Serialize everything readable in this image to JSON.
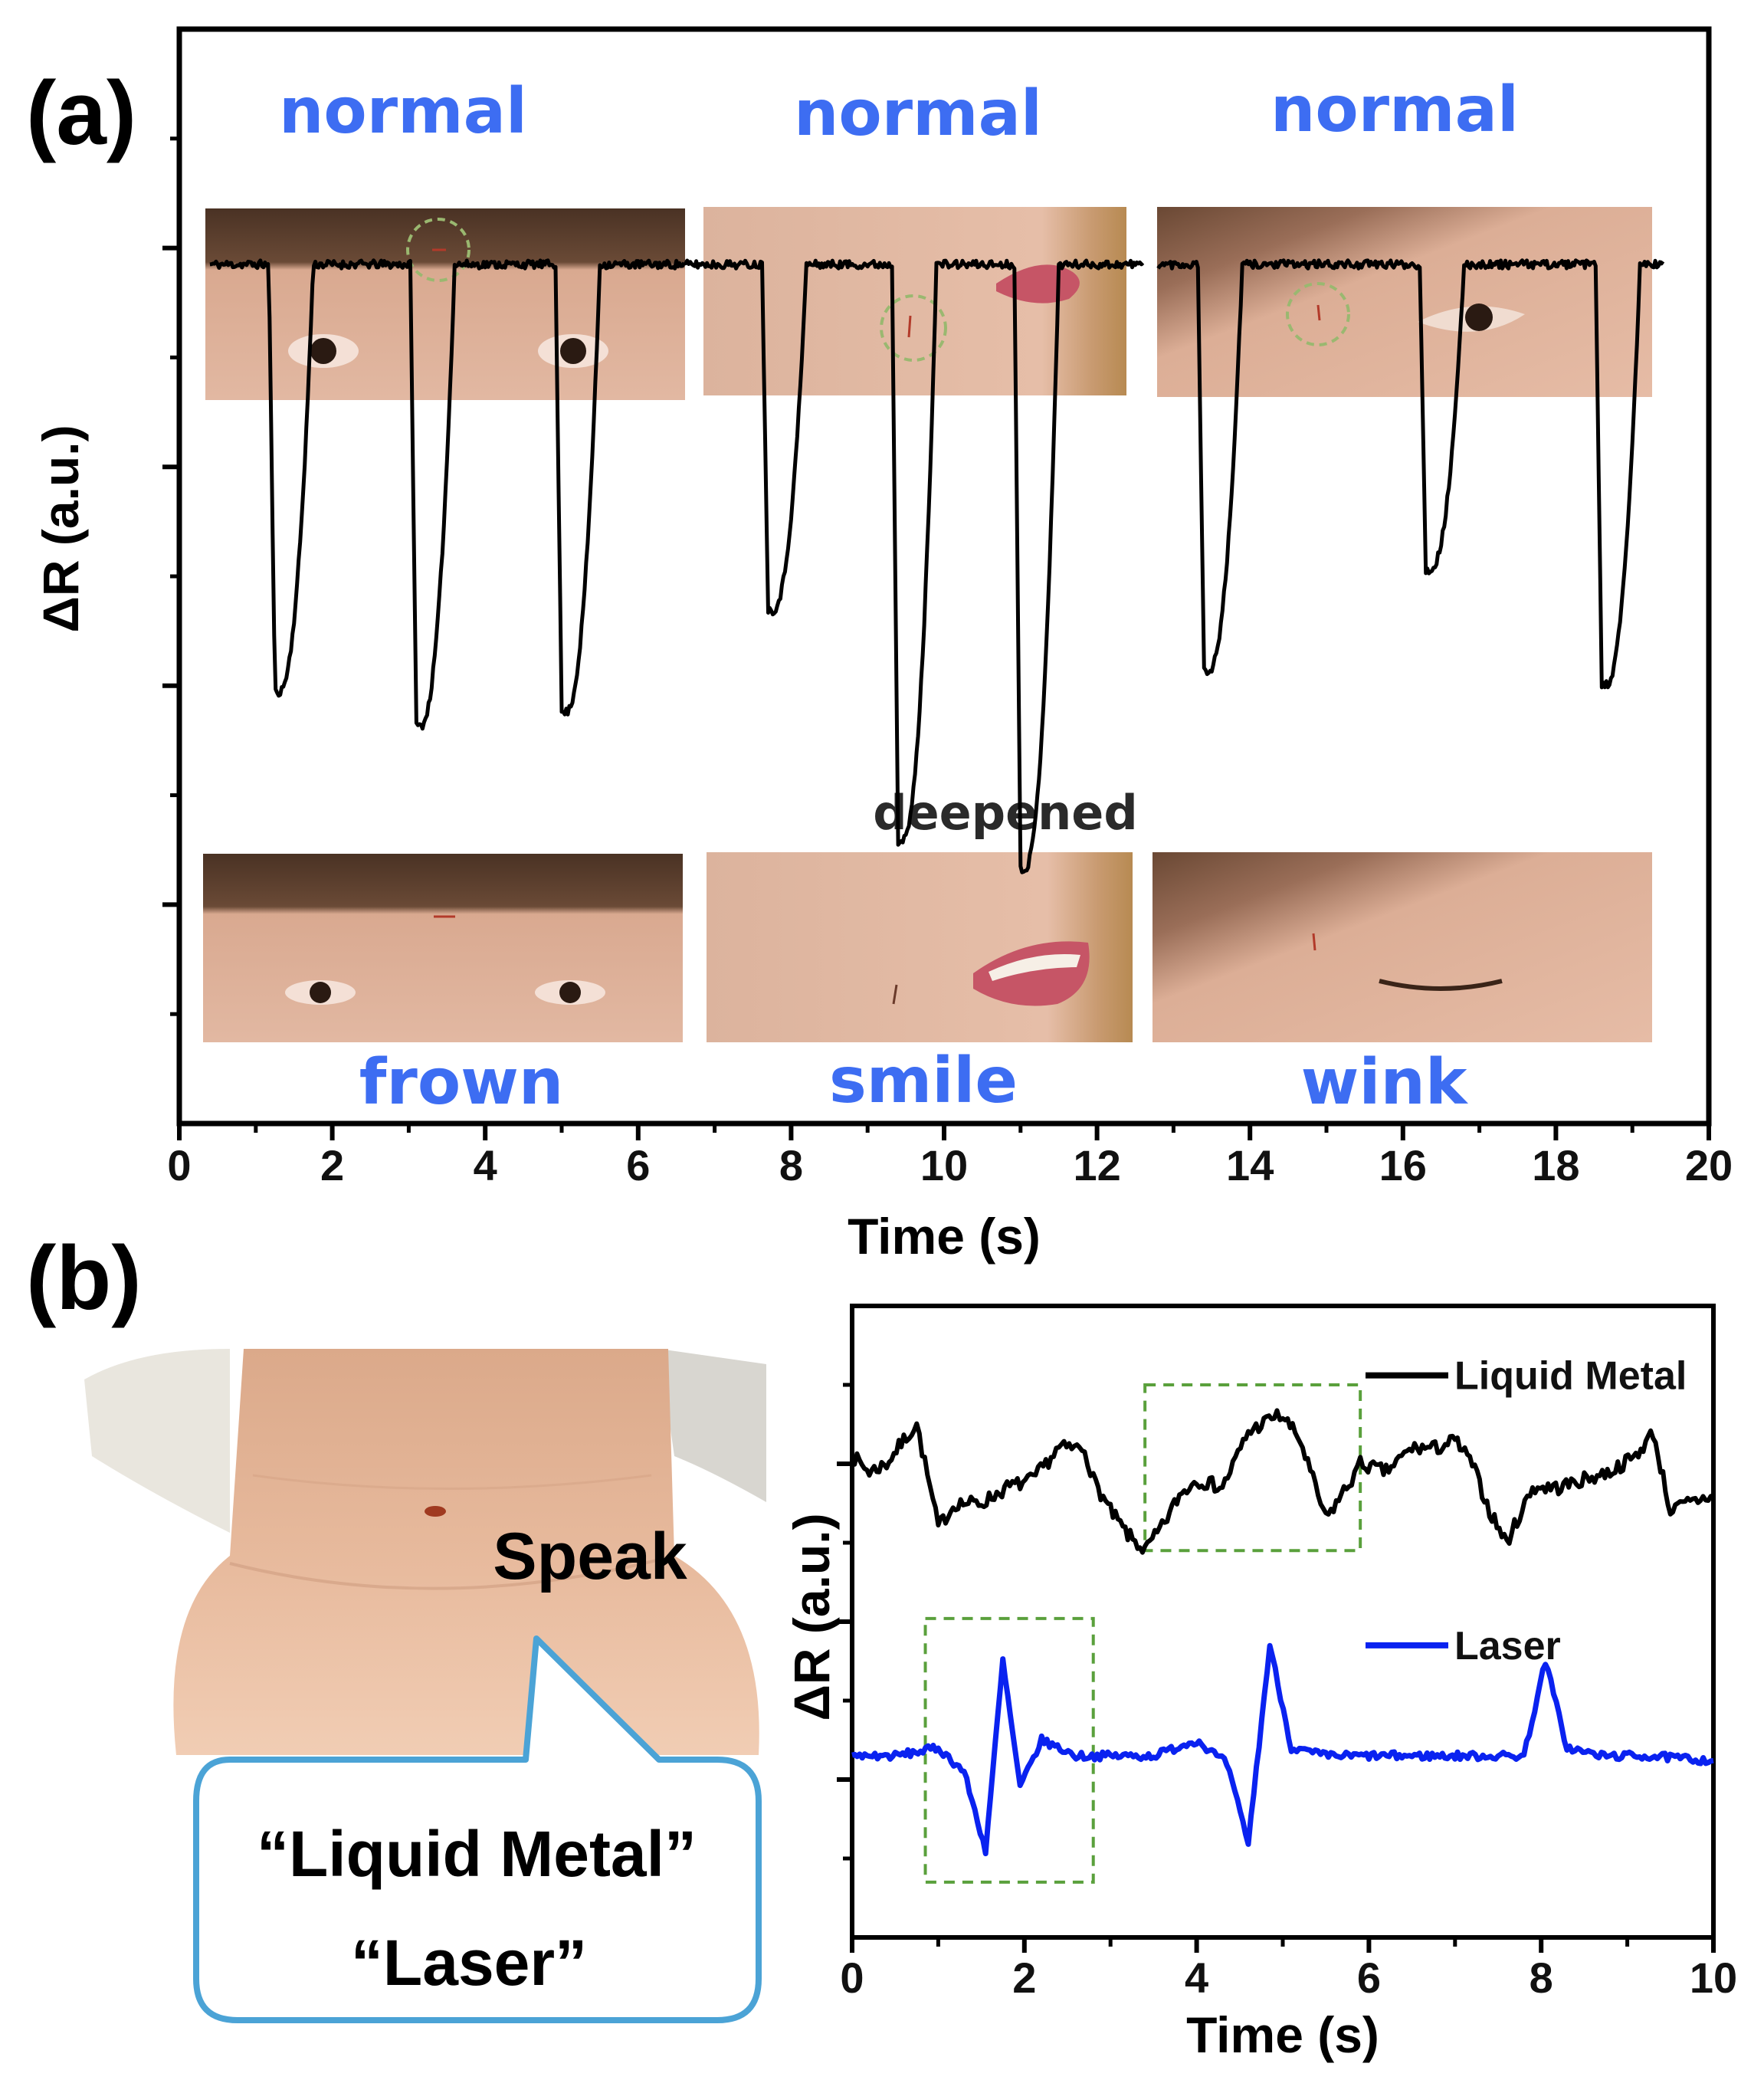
{
  "panel_a": {
    "label": "(a)",
    "captions_top": [
      "normal",
      "normal",
      "normal"
    ],
    "captions_bottom": [
      "frown",
      "smile",
      "wink"
    ],
    "annotation": "deepened",
    "photo_groups": [
      "forehead",
      "mouth",
      "eye"
    ]
  },
  "panel_b": {
    "label": "(b)",
    "speak_label": "Speak",
    "bubble_line1": "“Liquid Metal”",
    "bubble_line2": "“Laser”"
  },
  "colors": {
    "series_black": "#000000",
    "series_blue": "#0a22f0",
    "caption_blue": "#3d6df2",
    "dashed_box": "#5aa03c",
    "bubble_border": "#4ba3d6"
  },
  "chart_data": [
    {
      "id": "a",
      "type": "line",
      "xlabel": "Time (s)",
      "ylabel": "ΔR (a.u.)",
      "xlim": [
        0,
        20
      ],
      "xticks": [
        "0",
        "2",
        "4",
        "6",
        "8",
        "10",
        "12",
        "14",
        "16",
        "18",
        "20"
      ],
      "ylim": [
        -1,
        0
      ],
      "grid": false,
      "segments": [
        {
          "expression": "frown",
          "x_range": [
            0.4,
            6.6
          ],
          "baseline": 0,
          "dips": [
            {
              "x": 1.25,
              "depth": 0.63
            },
            {
              "x": 3.1,
              "depth": 0.68
            },
            {
              "x": 5.0,
              "depth": 0.66
            }
          ]
        },
        {
          "expression": "smile",
          "x_range": [
            6.6,
            12.6
          ],
          "baseline": 0,
          "dips": [
            {
              "x": 7.7,
              "depth": 0.51
            },
            {
              "x": 9.4,
              "depth": 0.85
            },
            {
              "x": 11.0,
              "depth": 0.89
            }
          ]
        },
        {
          "expression": "wink",
          "x_range": [
            12.8,
            19.4
          ],
          "baseline": 0,
          "dips": [
            {
              "x": 13.4,
              "depth": 0.6
            },
            {
              "x": 16.3,
              "depth": 0.45
            },
            {
              "x": 18.6,
              "depth": 0.62
            }
          ]
        }
      ]
    },
    {
      "id": "b",
      "type": "line",
      "xlabel": "Time (s)",
      "ylabel": "ΔR (a.u.)",
      "xlim": [
        0,
        10
      ],
      "xticks": [
        "0",
        "2",
        "4",
        "6",
        "8",
        "10"
      ],
      "ylim": [
        0,
        4
      ],
      "grid": false,
      "legend_placement": "right",
      "series": [
        {
          "name": "Liquid Metal",
          "color": "#000000",
          "x": [
            0,
            0.2,
            0.4,
            0.6,
            0.75,
            1.0,
            1.2,
            1.5,
            1.8,
            2.1,
            2.4,
            2.7,
            2.8,
            3.0,
            3.2,
            3.4,
            3.6,
            3.8,
            4.0,
            4.3,
            4.6,
            4.9,
            5.0,
            5.2,
            5.5,
            5.8,
            5.9,
            6.2,
            6.5,
            6.8,
            7.0,
            7.2,
            7.4,
            7.6,
            7.9,
            8.2,
            8.5,
            8.8,
            9.1,
            9.3,
            9.5,
            9.7,
            10.0
          ],
          "y": [
            3.05,
            2.95,
            3.0,
            3.15,
            3.25,
            2.6,
            2.75,
            2.75,
            2.85,
            2.9,
            3.1,
            3.1,
            2.9,
            2.7,
            2.55,
            2.45,
            2.6,
            2.8,
            2.9,
            2.85,
            3.2,
            3.3,
            3.3,
            3.15,
            2.65,
            2.9,
            3.0,
            2.95,
            3.1,
            3.1,
            3.15,
            3.0,
            2.7,
            2.5,
            2.85,
            2.85,
            2.9,
            2.95,
            3.05,
            3.2,
            2.7,
            2.75,
            2.8
          ]
        },
        {
          "name": "Laser",
          "color": "#0a22f0",
          "x": [
            0,
            0.5,
            1.0,
            1.3,
            1.55,
            1.75,
            1.95,
            2.2,
            2.6,
            3.0,
            3.5,
            4.0,
            4.35,
            4.6,
            4.85,
            5.1,
            5.5,
            6.0,
            6.5,
            7.0,
            7.5,
            7.8,
            8.05,
            8.3,
            8.7,
            9.2,
            10.0
          ],
          "y": [
            1.15,
            1.15,
            1.2,
            1.05,
            0.55,
            1.75,
            0.95,
            1.25,
            1.15,
            1.15,
            1.15,
            1.25,
            1.1,
            0.6,
            1.85,
            1.2,
            1.15,
            1.15,
            1.15,
            1.15,
            1.15,
            1.15,
            1.75,
            1.2,
            1.15,
            1.15,
            1.12
          ]
        }
      ],
      "annotations": [
        {
          "kind": "dashed-box",
          "series": "Liquid Metal",
          "x_range": [
            3.4,
            5.9
          ]
        },
        {
          "kind": "dashed-box",
          "series": "Laser",
          "x_range": [
            0.85,
            2.8
          ]
        }
      ]
    }
  ]
}
